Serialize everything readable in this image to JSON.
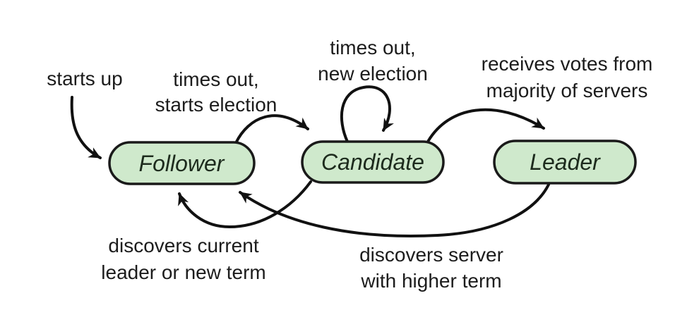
{
  "diagram": {
    "states": [
      {
        "id": "follower",
        "label": "Follower"
      },
      {
        "id": "candidate",
        "label": "Candidate"
      },
      {
        "id": "leader",
        "label": "Leader"
      }
    ],
    "transitions": [
      {
        "id": "starts-up",
        "from": "(new server)",
        "to": "follower",
        "lines": [
          "starts up",
          ""
        ]
      },
      {
        "id": "follower-to-candidate",
        "from": "follower",
        "to": "candidate",
        "lines": [
          "times out,",
          "starts election"
        ]
      },
      {
        "id": "candidate-self-loop",
        "from": "candidate",
        "to": "candidate",
        "lines": [
          "times out,",
          "new election"
        ]
      },
      {
        "id": "candidate-to-leader",
        "from": "candidate",
        "to": "leader",
        "lines": [
          "receives votes from",
          "majority of servers"
        ]
      },
      {
        "id": "candidate-to-follower",
        "from": "candidate",
        "to": "follower",
        "lines": [
          "discovers current",
          "leader or new term"
        ]
      },
      {
        "id": "leader-to-follower",
        "from": "leader",
        "to": "follower",
        "lines": [
          "discovers server",
          "with higher term"
        ]
      }
    ],
    "colors": {
      "background": "#ffffff",
      "state_fill": "#cfe9cc",
      "state_border": "#1a1a1a",
      "arrow": "#111111",
      "label_text": "#1c1c1c",
      "state_text": "#1d2b1d"
    }
  }
}
